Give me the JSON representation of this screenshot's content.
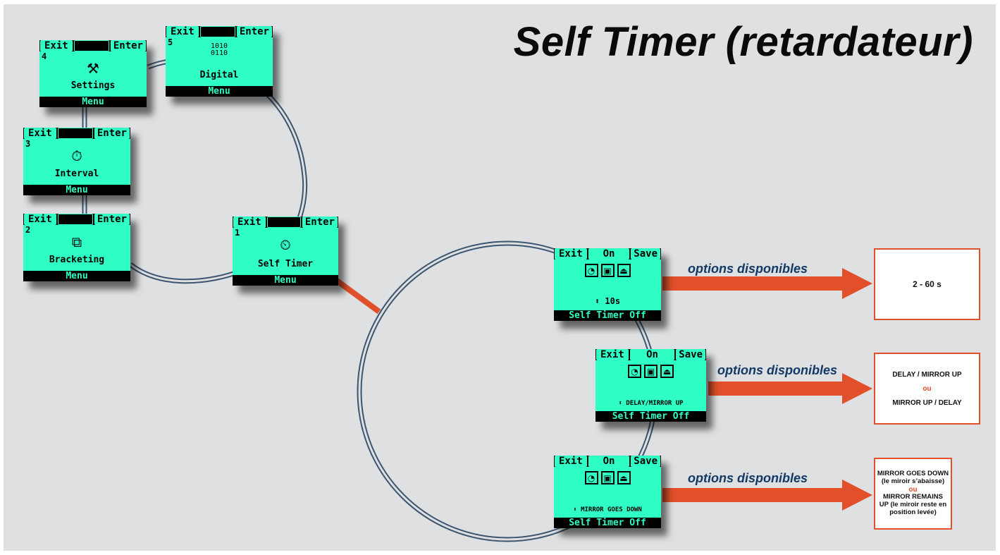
{
  "title": "Self Timer (retardateur)",
  "colors": {
    "lcd": "#2fffc4",
    "accent": "#e1502a",
    "label": "#123a66",
    "ring": "#3c5570"
  },
  "menu_screens": [
    {
      "num": "4",
      "left": "Exit",
      "right": "Enter",
      "name": "Settings",
      "footer": "Menu",
      "icon": "hammer-icon"
    },
    {
      "num": "5",
      "left": "Exit",
      "right": "Enter",
      "name": "Digital",
      "footer": "Menu",
      "icon": "binary-icon"
    },
    {
      "num": "3",
      "left": "Exit",
      "right": "Enter",
      "name": "Interval",
      "footer": "Menu",
      "icon": "interval-icon"
    },
    {
      "num": "2",
      "left": "Exit",
      "right": "Enter",
      "name": "Bracketing",
      "footer": "Menu",
      "icon": "bracketing-icon"
    },
    {
      "num": "1",
      "left": "Exit",
      "right": "Enter",
      "name": "Self Timer",
      "footer": "Menu",
      "icon": "stopwatch-icon"
    }
  ],
  "sub_screens": [
    {
      "left": "Exit",
      "mid": "On",
      "right": "Save",
      "value": "10s",
      "footer": "Self Timer Off"
    },
    {
      "left": "Exit",
      "mid": "On",
      "right": "Save",
      "value": "DELAY/MIRROR UP",
      "footer": "Self Timer Off"
    },
    {
      "left": "Exit",
      "mid": "On",
      "right": "Save",
      "value": "MIRROR GOES DOWN",
      "footer": "Self Timer Off"
    }
  ],
  "options_label": "options disponibles",
  "option_boxes": [
    {
      "line1": "2 - 60 s"
    },
    {
      "line1": "DELAY / MIRROR UP",
      "or": "ou",
      "line2": "MIRROR UP / DELAY"
    },
    {
      "line1": "MIRROR GOES DOWN",
      "line1b": "(le miroir s’abaisse)",
      "or": "ou",
      "line2": "MIRROR REMAINS",
      "line2b": "UP (le miroir reste en",
      "line2c": "position levée)"
    }
  ],
  "symbols": {
    "updown": "⬍",
    "binary": "1010\n0110"
  }
}
